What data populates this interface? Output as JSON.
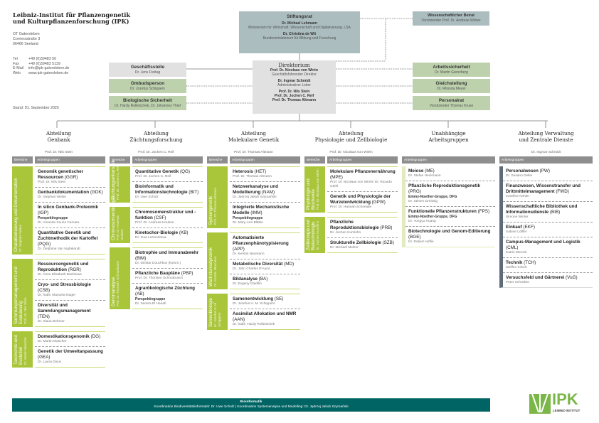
{
  "institute": {
    "title_line1": "Leibniz-Institut für Pflanzengenetik",
    "title_line2": "und Kulturpflanzenforschung (IPK)",
    "address": [
      "OT Gatersleben",
      "Corrensstraße 3",
      "06466 Seeland"
    ],
    "contact": [
      {
        "k": "Tel",
        "v": "+49 (0)39483 50"
      },
      {
        "k": "Fax",
        "v": "+49 (0)39483 5139"
      },
      {
        "k": "E-Mail",
        "v": "info@ipk-gatersleben.de"
      },
      {
        "k": "Web",
        "v": "www.ipk-gatersleben.de"
      }
    ],
    "stand": "Stand: 01. September 2025"
  },
  "stiftungsrat": {
    "title": "Stiftungsrat",
    "p1": "Dr. Michael Lehmann",
    "p1_org": "Ministerium für Wirtschaft, Wissenschaft und Digitalisierung, LSA",
    "p2": "Dr. Christina de Wit",
    "p2_org": "Bundesministerium für Bildung und Forschung"
  },
  "beirat": {
    "title": "Wissenschaftlicher Beirat",
    "sub": "Vorsitzender Prof. Dr. Andreas Weber"
  },
  "direktorium": {
    "title": "Direktorium",
    "p1": "Prof. Dr. Nicolaus von Wirén",
    "p1_role": "Geschäftsführender Direktor",
    "p2": "Dr. Ingmar Schmidt",
    "p2_role": "Administrativer Leiter",
    "p3": "Prof. Dr. Nils Stein",
    "p4": "Prof. Dr. Jochen C. Reif",
    "p5": "Prof. Dr. Thomas Altmann"
  },
  "left_boxes": [
    {
      "title": "Geschäftsstelle",
      "sub": "Dr. Jens Freitag"
    },
    {
      "title": "Ombudsperson",
      "sub": "Dr. Jozefus Schippers"
    },
    {
      "title": "Biologische Sicherheit",
      "sub": "Dr. Hardy Rolletschek, Dr. Johannes Thiel"
    }
  ],
  "right_boxes": [
    {
      "title": "Arbeitssicherheit",
      "sub": "Dr. Martin Grenzberg"
    },
    {
      "title": "Gleichstellung",
      "sub": "Dr. Rhonda Meyer"
    },
    {
      "title": "Personalrat",
      "sub": "Vorsitzender Thomas Kruse"
    }
  ],
  "labels": {
    "bereiche": "Bereiche",
    "arbeitsgruppen": "Arbeitsgruppen"
  },
  "departments": [
    {
      "title1": "Abteilung",
      "title2": "Genbank",
      "head": "Prof. Dr. Nils Stein",
      "areas": [
        {
          "name": "Charakterisierung und Dokumentation",
          "lead": "Dr. Stephan Weise",
          "groups": [
            {
              "name": "Genomik genetischer Ressourcen",
              "code": "(GGR)",
              "lead": "Prof. Dr. Nils Stein"
            },
            {
              "name": "Genbankdokumentation",
              "code": "(GDK)",
              "lead": "Dr. Stephan Weise"
            },
            {
              "name": "In silico Genbank-Proteomik",
              "code": "(IGP)",
              "note": "Perspektivgruppe",
              "lead": "Dr. Amanda Souza Camara"
            },
            {
              "name": "Quantitative Genetik und Zuchtmethodik der Kartoffel",
              "code": "(PQG)",
              "lead": "Dr. Delphine Van Inghelandt"
            }
          ]
        },
        {
          "name": "Sammlungsmanagement und Evaluierung",
          "lead": "Prof. Dr. Nils Stein",
          "groups": [
            {
              "name": "Ressourcengenetik und Reproduktion",
              "code": "(RGR)",
              "lead": "Dr. Anna Elisabeth Backhaus"
            },
            {
              "name": "Cryo- und Stressbiologie",
              "code": "(CSB)",
              "lead": "Dr. habil. Manuela Nagel"
            },
            {
              "name": "Diversität und Sammlungsmanagement",
              "code": "(TEN)",
              "lead": "Dr. Klaus Dehmer"
            }
          ]
        },
        {
          "name": "Taxonomie und Evolution",
          "lead": "Dr. Martin Mascher",
          "groups": [
            {
              "name": "Domestikationsgenomik",
              "code": "(DG)",
              "lead": "Dr. Martin Mascher"
            },
            {
              "name": "Genetik der Umweltanpassung",
              "code": "(GEA)",
              "lead": "Dr. Laura Dixon"
            }
          ]
        }
      ]
    },
    {
      "title1": "Abteilung",
      "title2": "Züchtungsforschung",
      "head": "Prof. Dr. Jochen C. Reif",
      "areas": [
        {
          "name": "Züchtungsinformatik",
          "lead": "Prof. Dr. Jochen C. Reif",
          "groups": [
            {
              "name": "Quantitative Genetik",
              "code": "(QG)",
              "lead": "Prof. Dr. Jochen C. Reif"
            },
            {
              "name": "Bioinformatik und Informationstechnologie",
              "code": "(BIT)",
              "lead": "Dr. Uwe Scholz"
            }
          ]
        },
        {
          "name": "Chromosomenbiologie",
          "lead": "Prof. Dr. Andreas Houben",
          "groups": [
            {
              "name": "Chromosomenstruktur und -funktion",
              "code": "(CSF)",
              "lead": "Prof. Dr. Andreas Houben"
            },
            {
              "name": "Kinetochor-Biologie",
              "code": "(KB)",
              "lead": "Dr. Inna Lermontova"
            }
          ]
        },
        {
          "name": "Genomanalyse",
          "lead": "Prof. Dr. Thorsten Schnurbusch",
          "groups": [
            {
              "name": "Biotrophie und Immunabwehr",
              "code": "(BIM)",
              "lead": "Dr. Dimitar Douchkov (komm.)"
            },
            {
              "name": "Pflanzliche Baupläne",
              "code": "(PBP)",
              "lead": "Prof. Dr. Thorsten Schnurbusch"
            },
            {
              "name": "Agrarökologische Züchtung",
              "code": "(AB)",
              "note": "Perspektivgruppe",
              "lead": "Dr. Samira El Hanafi"
            }
          ]
        }
      ]
    },
    {
      "title1": "Abteilung",
      "title2": "Molekulare Genetik",
      "head": "Prof. Dr. Thomas Altmann",
      "areas": [
        {
          "name": "Systemgenetik",
          "lead": "Prof. Dr. Thomas Altmann",
          "groups": [
            {
              "name": "Heterosis",
              "code": "(HET)",
              "lead": "Prof. Dr. Thomas Altmann"
            },
            {
              "name": "Netzwerkanalyse und Modellierung",
              "code": "(NAM)",
              "lead": "Dr. Jędrzej Jakub Szymański"
            },
            {
              "name": "Integrierte Mechanistische Modelle",
              "code": "(IMM)",
              "note": "Perspektivgruppe",
              "lead": "Dr. Mary-Ann Blätke"
            }
          ]
        },
        {
          "name": "Wachstumsdynamik",
          "lead": "Dr. Kerstin Neumann",
          "groups": [
            {
              "name": "Automatisierte Pflanzenphänotypisierung",
              "code": "(APP)",
              "lead": "Dr. Kerstin Neumann"
            },
            {
              "name": "Metabolische Diversität",
              "code": "(MD)",
              "lead": "Dr. John Charles D'Auria"
            },
            {
              "name": "Bildanalyse",
              "code": "(BA)",
              "lead": "Dr. Evgeny Gladilin"
            }
          ]
        },
        {
          "name": "Samenbiologie",
          "lead": "Dr. Jozefus H. M. Schippers",
          "groups": [
            {
              "name": "Samenentwicklung",
              "code": "(SE)",
              "lead": "Dr. Jozefus H. M. Schippers"
            },
            {
              "name": "Assimilat Allokation und NMR",
              "code": "(AAN)",
              "lead": "Dr. habil. Hardy Rolletschek"
            }
          ]
        }
      ]
    },
    {
      "title1": "Abteilung",
      "title2": "Physiologie und Zellbiologie",
      "head": "Prof. Dr. Nicolaus von Wirén",
      "areas": [
        {
          "name": "Physiologie und Biochemie",
          "lead": "Prof. Dr. Nicolaus von Wirén",
          "groups": [
            {
              "name": "Molekulare Pflanzenernährung",
              "code": "(MPE)",
              "lead": "Prof. Dr. Nicolaus von Wirén/ Dr. Ricardo Giehl"
            },
            {
              "name": "Genetik und Physiologie der Wurzelentwicklung",
              "code": "(GPW)",
              "lead": "Prof. Dr. Hannah Schneider"
            }
          ]
        },
        {
          "name": "Zellbiologie und Biotechnologie",
          "lead": "Dr. Jochen Kumlehn",
          "groups": [
            {
              "name": "Pflanzliche Reproduktionsbiologie",
              "code": "(PRB)",
              "lead": "Dr. Jochen Kumlehn"
            },
            {
              "name": "Strukturelle Zellbiologie",
              "code": "(SZB)",
              "lead": "Dr. Michael Melzer"
            }
          ]
        }
      ]
    },
    {
      "title1": "Unabhängige",
      "title2": "Arbeitsgruppen",
      "head": "",
      "strip": "lime",
      "areas": [
        {
          "groups": [
            {
              "name": "Meiose",
              "code": "(ME)",
              "lead": "Dr. Stefan Heckmann"
            },
            {
              "name": "Pflanzliche Reproduktionsgenetik",
              "code": "(PRG)",
              "note": "Emmy-Noether-Gruppe, DFG",
              "lead": "Dr. Steven Dreissig"
            },
            {
              "name": "Funktionelle Pflanzenstrukturen",
              "code": "(FPS)",
              "note": "Emmy-Noether-Gruppe, DFG",
              "lead": "Dr. Yongyu Huang"
            },
            {
              "name": "Biotechnologie und Genom-Editierung",
              "code": "(BGE)",
              "lead": "Dr. Robert Hoffie"
            }
          ]
        }
      ]
    },
    {
      "title1": "Abteilung Verwaltung",
      "title2": "und Zentrale Dienste",
      "head": "Dr. Ingmar Schmidt",
      "strip": "slate",
      "areas": [
        {
          "groups": [
            {
              "name": "Personalwesen",
              "code": "(PW)",
              "lead": "Dr. Susann Delke"
            },
            {
              "name": "Finanzwesen, Wissenstransfer und Drittmittelmanagement",
              "code": "(FWD)",
              "lead": "Josefine Köhler"
            },
            {
              "name": "Wissenschaftliche Bibliothek und Informationsdienste",
              "code": "(BIB)",
              "lead": "Simone Winter"
            },
            {
              "name": "Einkauf",
              "code": "(EKF)",
              "lead": "Sabine Löffler"
            },
            {
              "name": "Campus-Management und Logistik",
              "code": "(CML)",
              "lead": "Katrin Menzel"
            },
            {
              "name": "Technik",
              "code": "(TCH)",
              "lead": "Steffen Kirsch"
            },
            {
              "name": "Versuchsfeld und Gärtnerei",
              "code": "(VuG)",
              "lead": "Peter Schreiber"
            }
          ]
        }
      ]
    }
  ],
  "bioinformatik": {
    "title": "Bioinformatik",
    "line": "Koordination Biodiversitätsinformatik: Dr. Uwe Scholz  |  Koordination Systemanalyse und Modelling: Dr. Jędrzej Jakub Szymański"
  },
  "logo": {
    "text": "IPK",
    "sub": "LEIBNIZ-INSTITUT"
  },
  "colors": {
    "area_green": "#a9c63a",
    "teal": "#006464",
    "stiftungsrat": "#abbdbf",
    "staff_green": "#bdd1ad"
  }
}
